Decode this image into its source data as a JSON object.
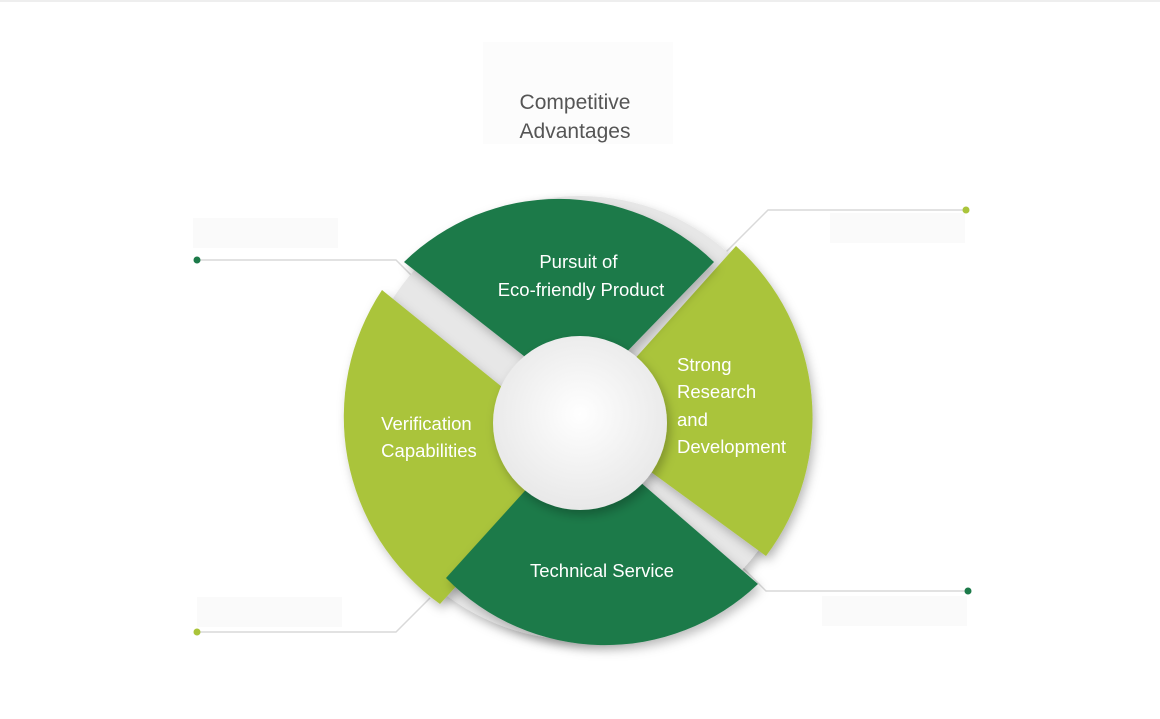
{
  "title_lines": [
    "Competitive",
    "Advantages"
  ],
  "segments": {
    "top": {
      "lines": [
        "Pursuit of",
        "Eco-friendly Product"
      ]
    },
    "right": {
      "lines": [
        "Strong",
        "Research",
        "and",
        "Development"
      ]
    },
    "bottom": {
      "lines": [
        "Technical Service"
      ]
    },
    "left": {
      "lines": [
        "Verification",
        "Capabilities"
      ]
    }
  },
  "colors": {
    "dark_green": "#1c7a49",
    "light_green": "#aac43a",
    "center": "#f3f3f3",
    "connector": "#d9d9d9"
  }
}
